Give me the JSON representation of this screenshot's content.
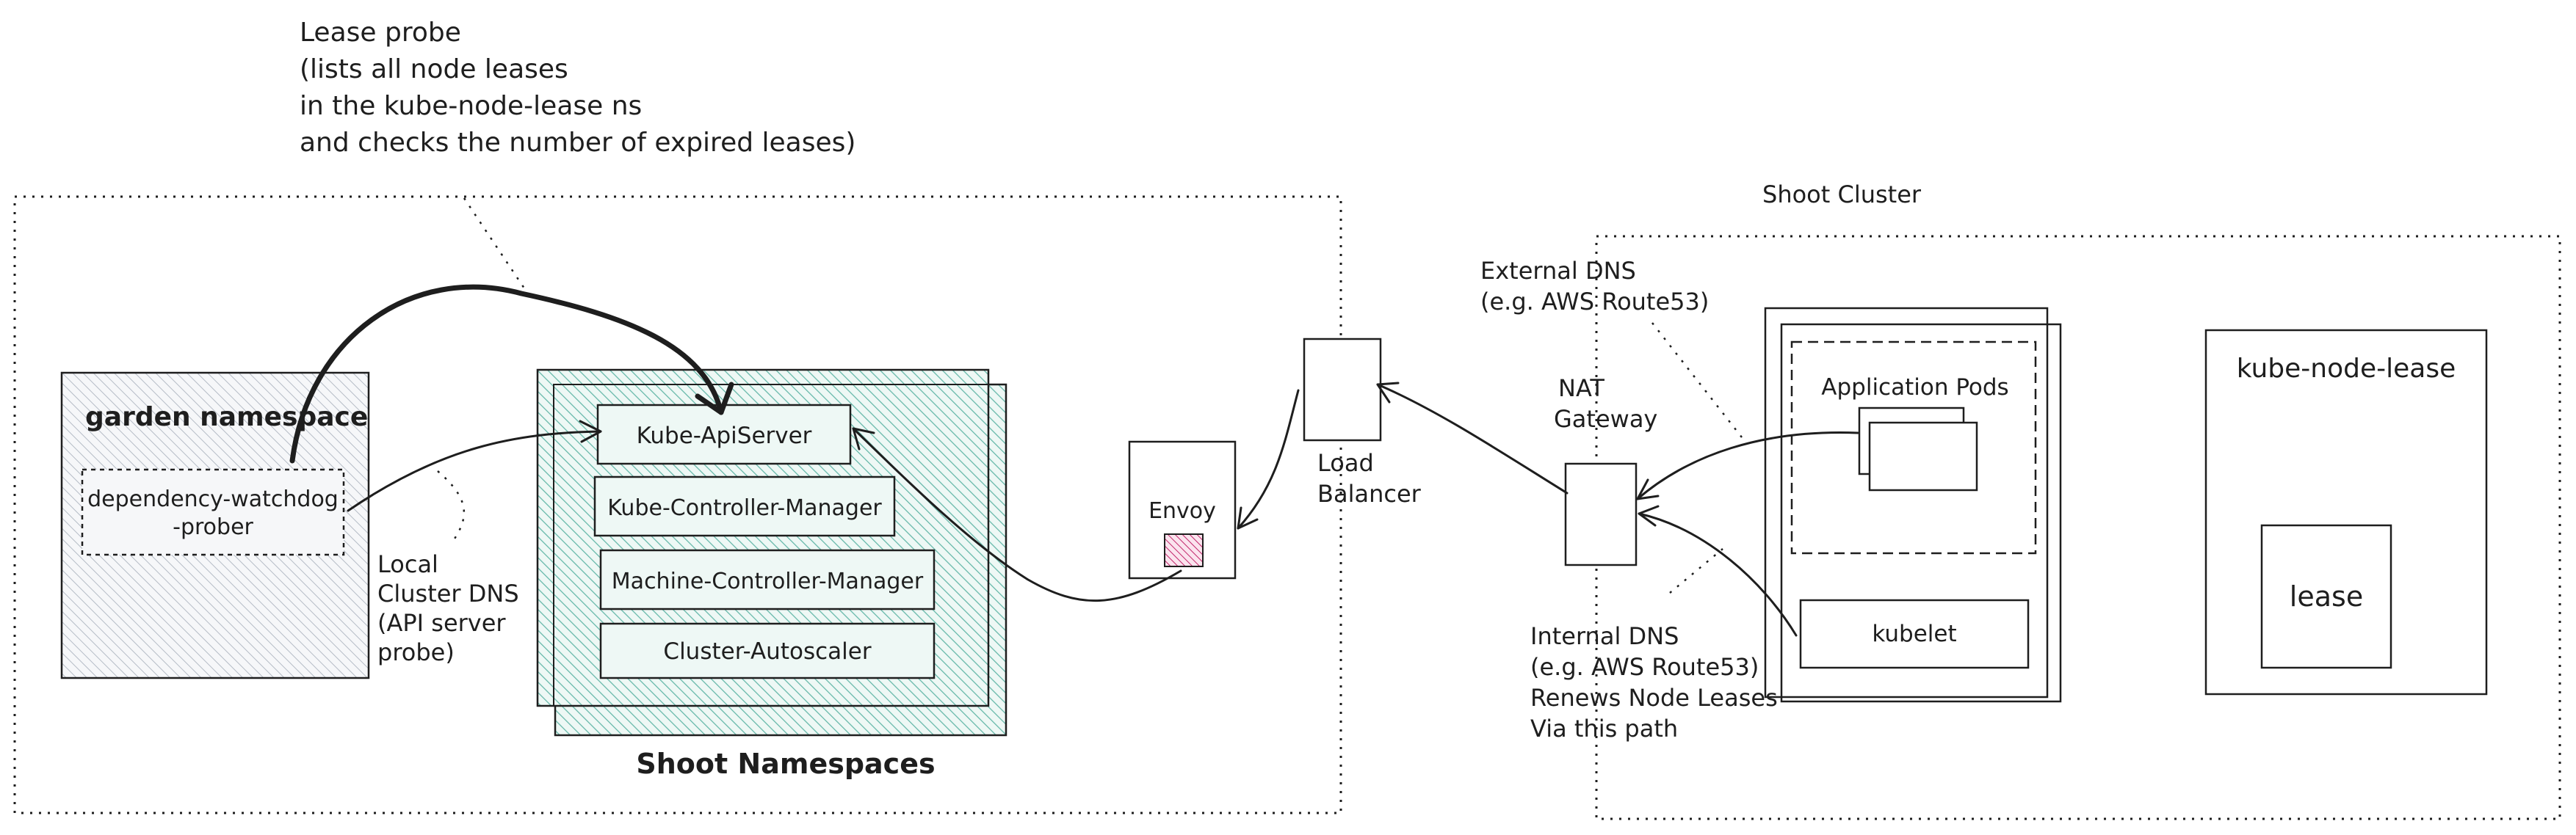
{
  "annotations": {
    "lease_probe": [
      "Lease probe",
      "(lists all node leases",
      "in the kube-node-lease ns",
      "and checks the number of expired leases)"
    ],
    "local_dns": [
      "Local",
      "Cluster DNS",
      "(API server",
      "probe)"
    ],
    "external_dns": [
      "External DNS",
      "(e.g. AWS Route53)"
    ],
    "internal_dns": [
      "Internal DNS",
      "(e.g. AWS Route53)",
      "Renews Node Leases",
      "Via this path"
    ]
  },
  "garden": {
    "title": "garden namespace",
    "prober": [
      "dependency-watchdog",
      "-prober"
    ]
  },
  "shoot_namespaces": {
    "title": "Shoot Namespaces",
    "components": [
      "Kube-ApiServer",
      "Kube-Controller-Manager",
      "Machine-Controller-Manager",
      "Cluster-Autoscaler"
    ]
  },
  "envoy": {
    "label": "Envoy"
  },
  "load_balancer": {
    "label": [
      "Load",
      "Balancer"
    ]
  },
  "nat_gateway": {
    "label": [
      "NAT",
      "Gateway"
    ]
  },
  "shoot_cluster": {
    "title": "Shoot Cluster",
    "app_pods": "Application Pods",
    "kubelet": "kubelet",
    "kube_node_lease": "kube-node-lease",
    "lease": "lease"
  },
  "colors": {
    "stroke": "#1e1e1e",
    "teal_hatch": "#63b7a8",
    "grey_hatch": "#b5bcc6",
    "pink_hatch": "#c2256b"
  }
}
